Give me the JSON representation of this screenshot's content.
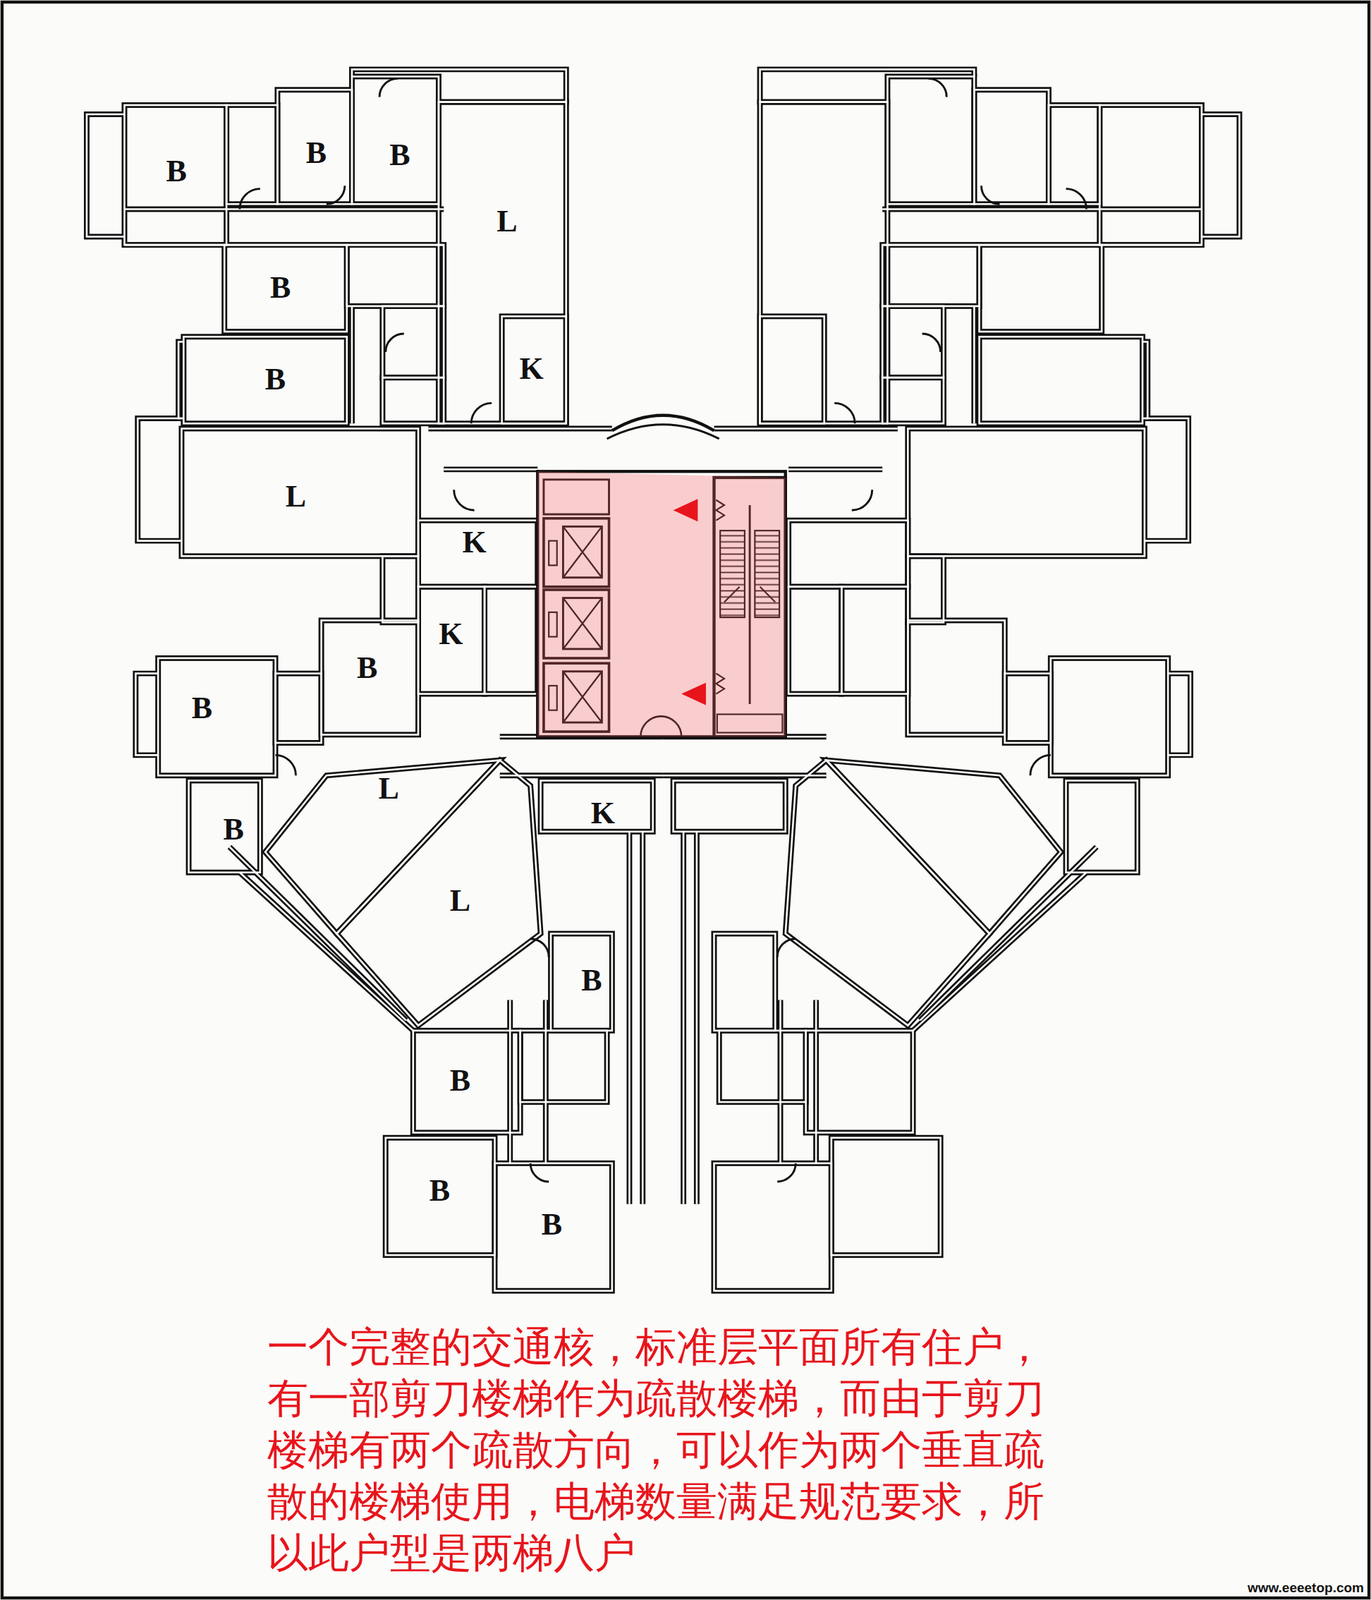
{
  "diagram": {
    "caption": "一个完整的交通核，标准层平面所有住户，有一部剪刀楼梯作为疏散楼梯，而由于剪刀楼梯有两个疏散方向，可以作为两个垂直疏散的楼梯使用，电梯数量满足规范要求，所以此户型是两梯八户",
    "nodes": [
      {
        "text": [
          "B"
        ]
      },
      {
        "text": [
          "B"
        ]
      },
      {
        "text": [
          "B"
        ]
      },
      {
        "text": [
          "L"
        ]
      },
      {
        "text": [
          "B"
        ]
      },
      {
        "text": [
          "K"
        ]
      },
      {
        "text": [
          "B"
        ]
      },
      {
        "text": [
          "L"
        ]
      },
      {
        "text": [
          "K"
        ]
      },
      {
        "text": [
          "K"
        ]
      },
      {
        "text": [
          "B"
        ]
      },
      {
        "text": [
          "B"
        ]
      },
      {
        "text": [
          "L"
        ]
      },
      {
        "text": [
          "K"
        ]
      },
      {
        "text": [
          "B"
        ]
      },
      {
        "text": [
          "L"
        ]
      },
      {
        "text": [
          "B"
        ]
      },
      {
        "text": [
          "B"
        ]
      },
      {
        "text": [
          "B"
        ]
      },
      {
        "text": [
          "B"
        ]
      }
    ],
    "labels": [
      "www.eeeetop.com"
    ]
  }
}
